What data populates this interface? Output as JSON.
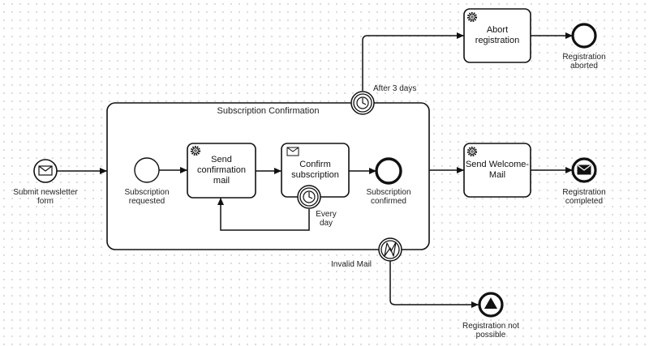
{
  "subprocess": {
    "title": "Subscription Confirmation"
  },
  "events": {
    "submit_form": "Submit newsletter\nform",
    "subscription_requested": "Subscription\nrequested",
    "subscription_confirmed": "Subscription\nconfirmed",
    "registration_aborted": "Registration\naborted",
    "registration_completed": "Registration\ncompleted",
    "registration_not_possible": "Registration not\npossible"
  },
  "tasks": {
    "send_confirmation_mail": "Send\nconfirmation\nmail",
    "confirm_subscription": "Confirm\nsubscription",
    "abort_registration": "Abort\nregistration",
    "send_welcome_mail": "Send Welcome-\nMail"
  },
  "boundary": {
    "after_3_days": "After 3 days",
    "every_day": "Every\nday",
    "invalid_mail": "Invalid Mail"
  },
  "icons": {
    "gear": "gear-icon",
    "envelope": "envelope-icon",
    "timer": "timer-icon",
    "error": "error-icon",
    "signal": "signal-icon"
  }
}
